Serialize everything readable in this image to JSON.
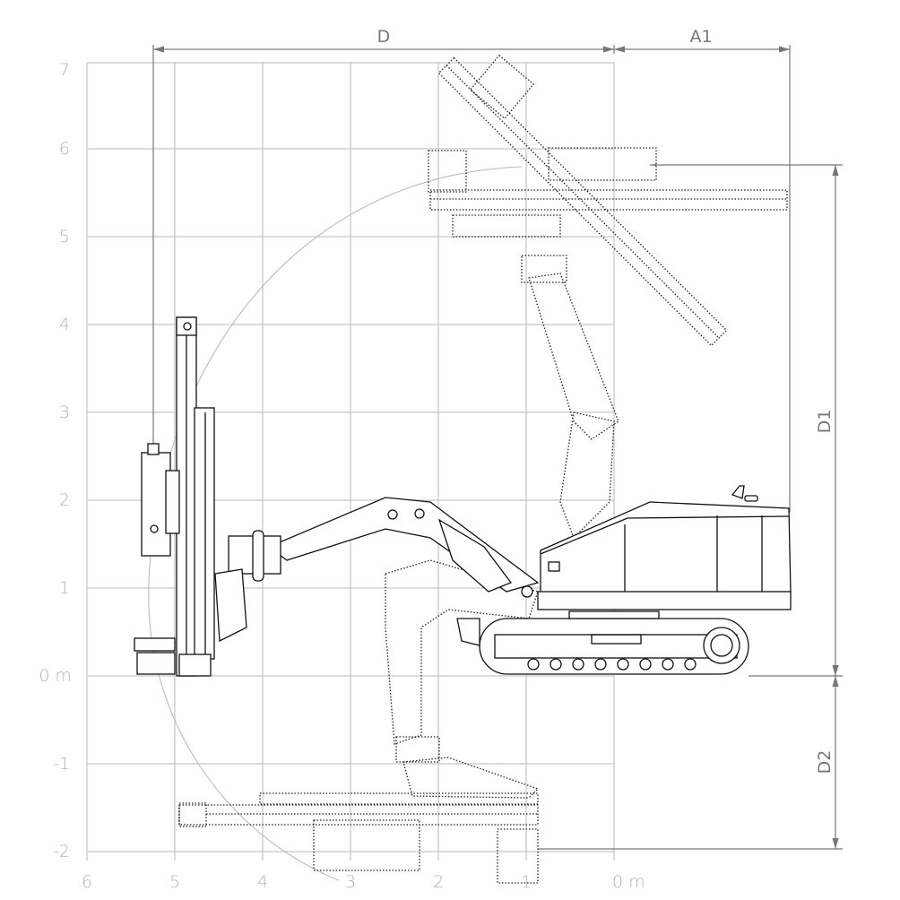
{
  "diagram": {
    "title": "Drill rig coverage diagram",
    "x_axis": {
      "unit_label": "0 m",
      "ticks": [
        "6",
        "5",
        "4",
        "3",
        "2",
        "1",
        "0 m"
      ]
    },
    "y_axis": {
      "ticks": [
        "7",
        "6",
        "5",
        "4",
        "3",
        "2",
        "1",
        "0 m",
        "-1",
        "-2"
      ]
    },
    "dimensions": {
      "horizontal_reach": "D",
      "rear_overhang": "A1",
      "height_above": "D1",
      "depth_below": "D2"
    },
    "colors": {
      "grid": "#c8c8c8",
      "ticks": "#b4b4b4",
      "dimension": "#777777",
      "machine": "#111111"
    }
  }
}
